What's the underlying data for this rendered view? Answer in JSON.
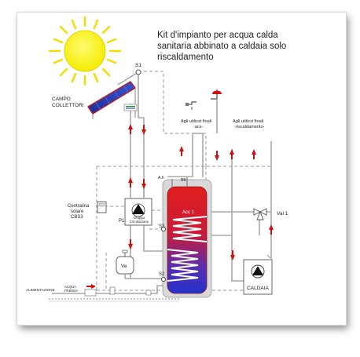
{
  "title": {
    "line1": "Kit d'impianto per acqua calda",
    "line2": "sanitaria abbinato a caldaia solo",
    "line3": "riscaldamento"
  },
  "labels": {
    "campo_collettori_1": "CAMPO",
    "campo_collettori_2": "COLLETTORI",
    "s1": "S1",
    "s2": "S2",
    "s3": "S3",
    "af": "A.F.",
    "bb": "BB",
    "utilizzi_acs_1": "Agli utilizzi finali",
    "utilizzi_acs_2": "-acs-",
    "utilizzi_risc_1": "Agli utilizzi finali",
    "utilizzi_risc_2": "-riscaldamento-",
    "centralina_1": "Centralina",
    "centralina_2": "solare",
    "centralina_3": "CBS3",
    "p1": "P1",
    "gruppo_1": "Gruppo",
    "gruppo_2": "Circolazione",
    "acc1": "Acc 1",
    "ve": "Ve",
    "val1": "Val 1",
    "caldaia": "CALDAIA",
    "alimentazione": "ALIMENTAZIONE",
    "acqua_fredda_1": "ACQUA",
    "acqua_fredda_2": "FREDDA"
  },
  "colors": {
    "sun": "#f6f000",
    "sun_rays": "#f2dc00",
    "collector": "#2a3fb0",
    "collector_border": "#c01818",
    "tank_hot": "#e02020",
    "tank_cold": "#2633c8",
    "arrow_red": "#cc1111",
    "pipe": "#b0b0b0",
    "dashed": "#9a9a9a"
  }
}
